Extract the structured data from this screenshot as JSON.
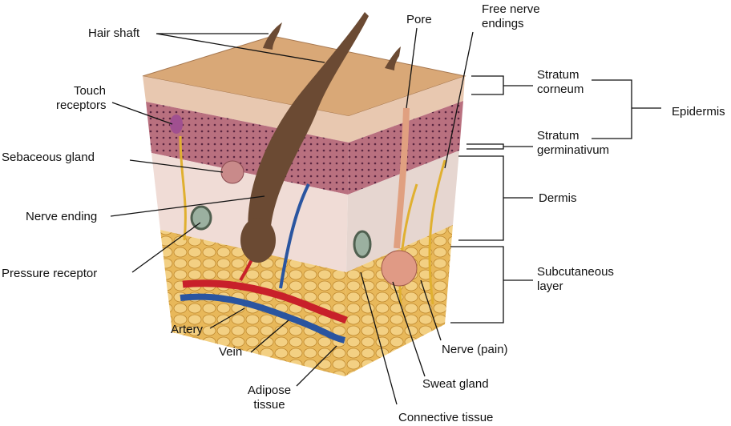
{
  "title": "Skin cross-section",
  "labels": {
    "hair_shaft": "Hair shaft",
    "touch_receptors_1": "Touch",
    "touch_receptors_2": "receptors",
    "sebaceous_gland": "Sebaceous gland",
    "nerve_ending": "Nerve ending",
    "pressure_receptor": "Pressure receptor",
    "artery": "Artery",
    "vein": "Vein",
    "adipose_1": "Adipose",
    "adipose_2": "tissue",
    "connective_tissue": "Connective tissue",
    "sweat_gland": "Sweat gland",
    "nerve_pain": "Nerve (pain)",
    "pore": "Pore",
    "free_nerve_1": "Free nerve",
    "free_nerve_2": "endings",
    "stratum_corneum_1": "Stratum",
    "stratum_corneum_2": "corneum",
    "stratum_germ_1": "Stratum",
    "stratum_germ_2": "germinativum",
    "epidermis": "Epidermis",
    "dermis": "Dermis",
    "subcutaneous_1": "Subcutaneous",
    "subcutaneous_2": "layer"
  },
  "colors": {
    "surface": "#d9a877",
    "epidermis": "#b9707f",
    "dermis": "#f0dcd6",
    "fat": "#e8b85a",
    "hair": "#6b4a33",
    "artery": "#c8202a",
    "vein": "#2a55a0",
    "nerve": "#e0b030"
  }
}
